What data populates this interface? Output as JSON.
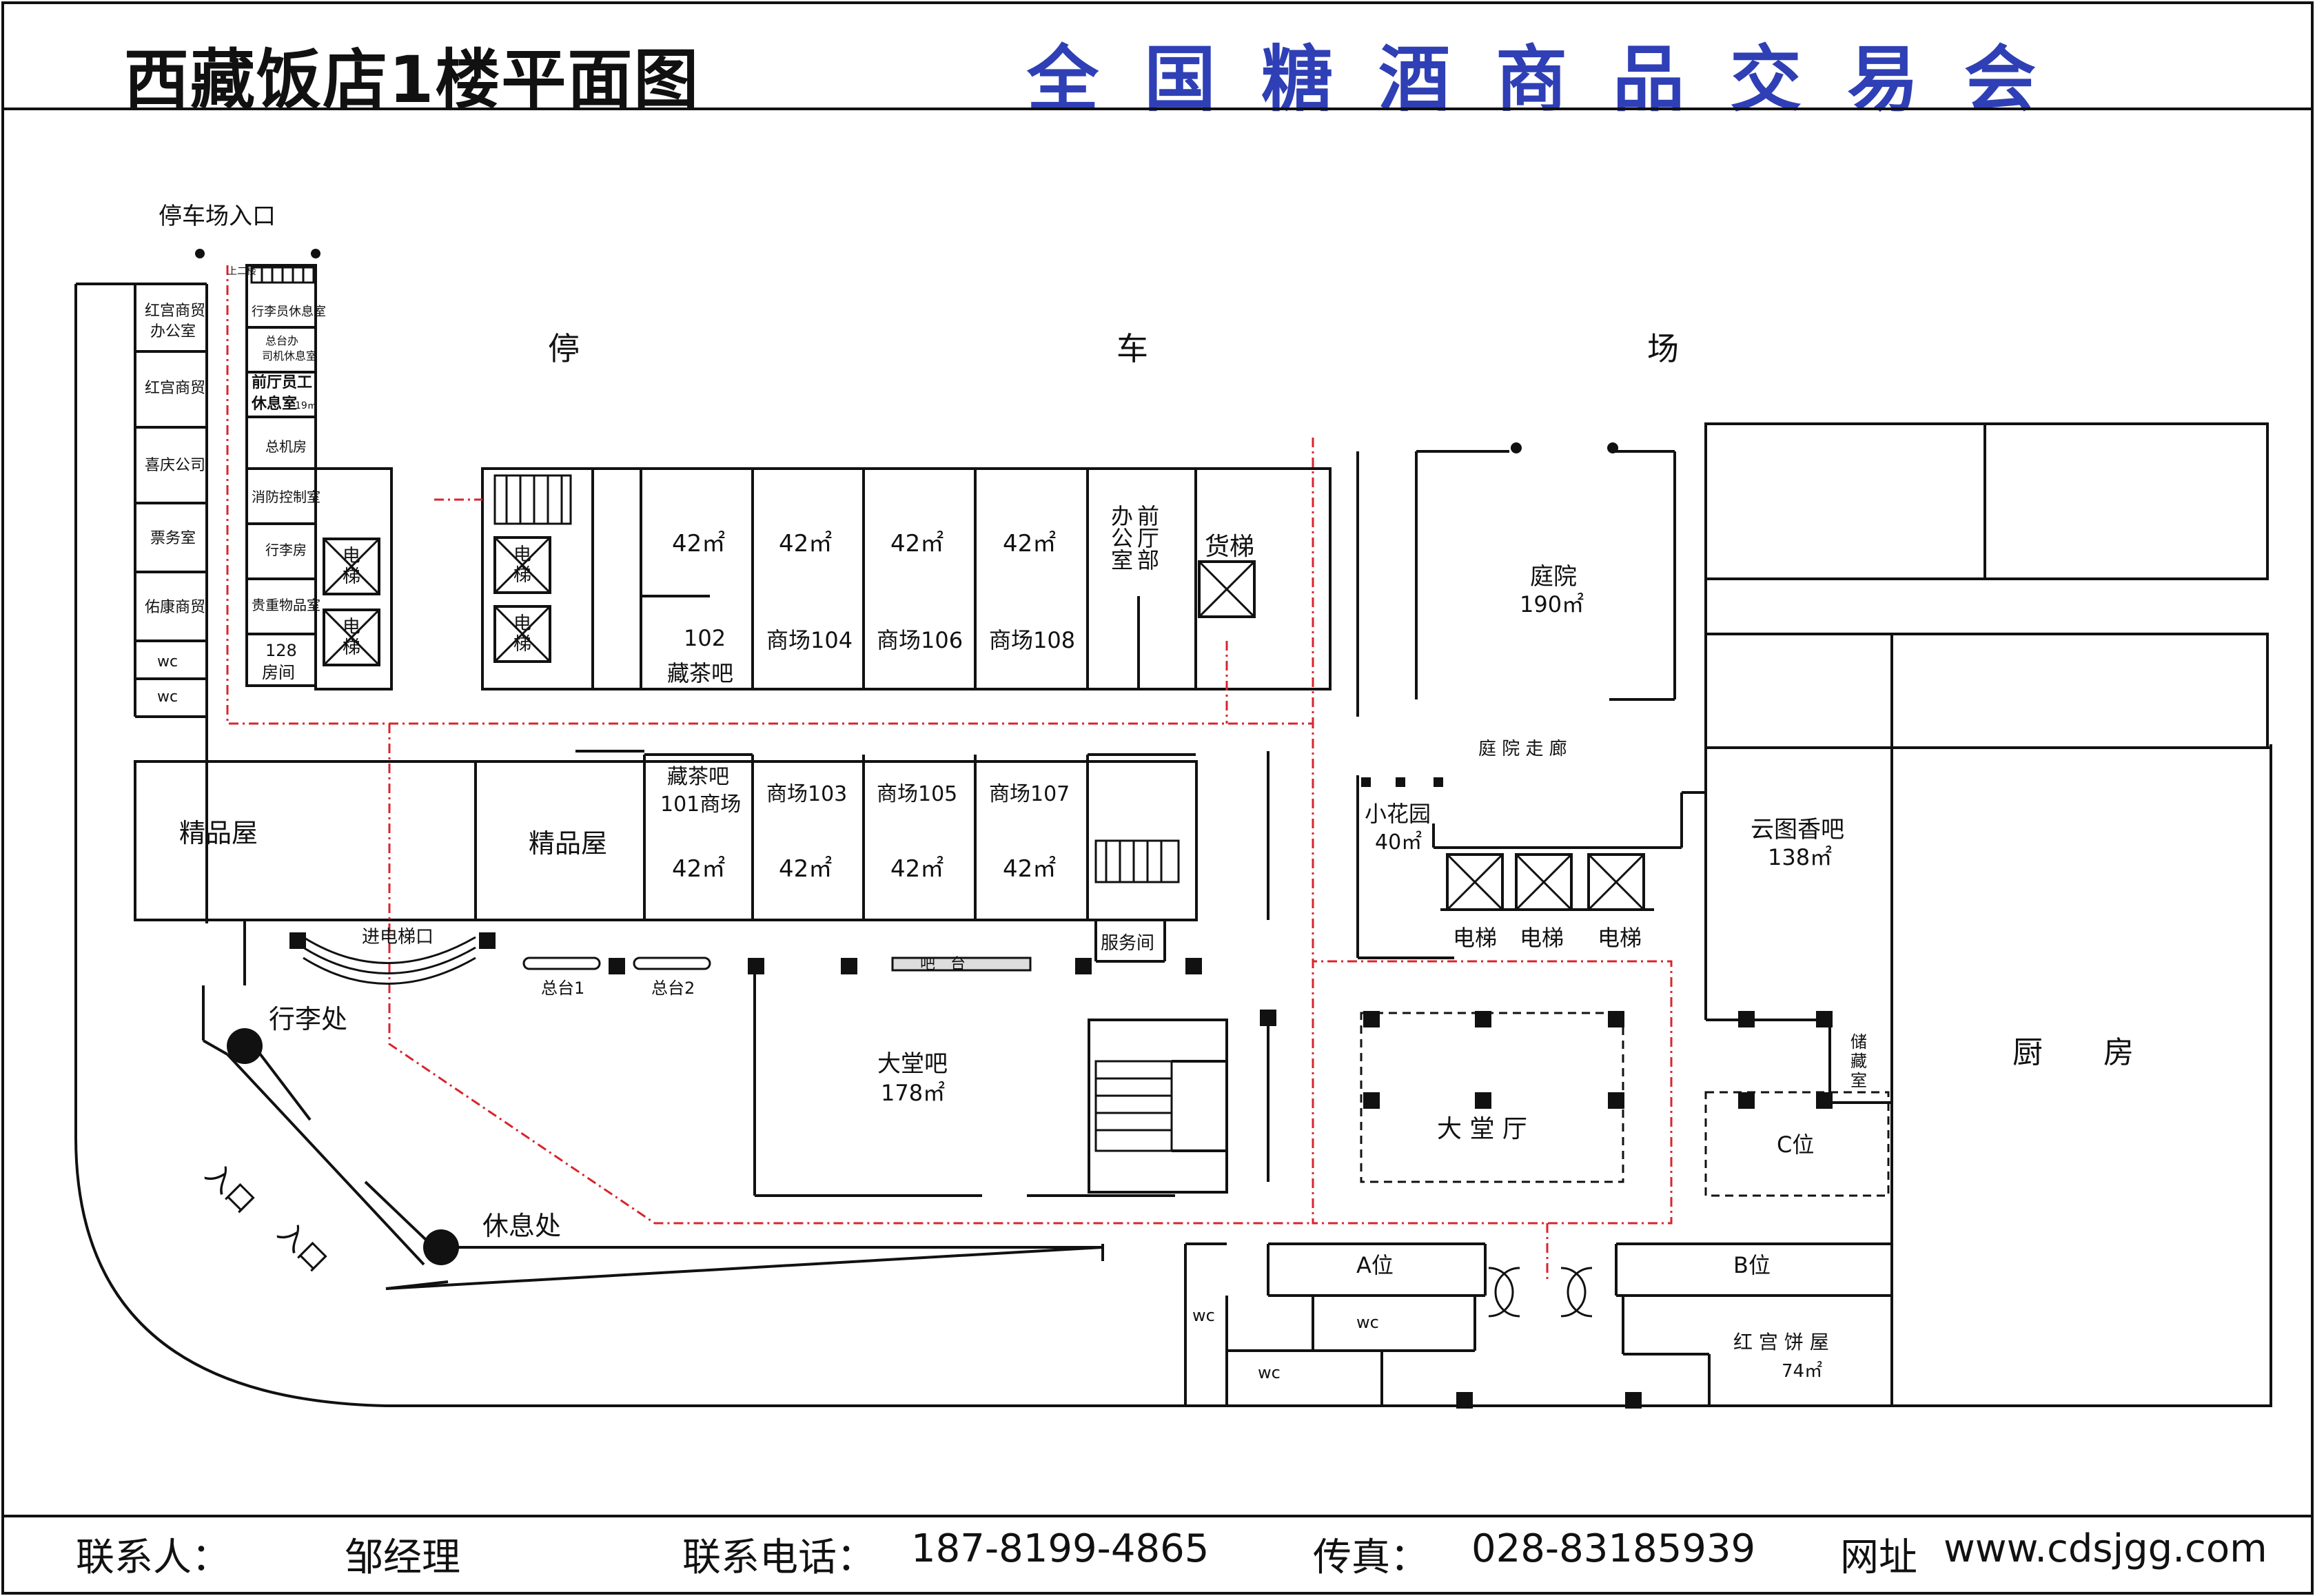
{
  "header": {
    "title": "西藏饭店1楼平面图",
    "event_name": "全国糖酒商品交易会"
  },
  "colors": {
    "event_name": "#2f3fb5",
    "route_line": "#d8242c",
    "walls": "#111111"
  },
  "map": {
    "parking_entrance": "停车场入口",
    "parking_lot": [
      "停",
      "车",
      "场"
    ],
    "left_offices": [
      "红宫商贸",
      "办公室",
      "红宫商贸",
      "喜庆公司",
      "票务室",
      "佑康商贸",
      "wc",
      "wc"
    ],
    "staff_column": [
      "行李员休息室",
      "总台办",
      "司机休息室",
      "前厅员工",
      "休息室",
      "19㎡",
      "总机房",
      "消防控制室",
      "行李房",
      "贵重物品室",
      "128",
      "房间"
    ],
    "upstairs_mark": "上二楼",
    "elevator": [
      "电",
      "梯"
    ],
    "top_rooms": {
      "areas": [
        "42㎡",
        "42㎡",
        "42㎡",
        "42㎡"
      ],
      "names": [
        "102",
        "藏茶吧",
        "商场104",
        "商场106",
        "商场108"
      ],
      "front_office": [
        "前",
        "厅",
        "办",
        "公",
        "室",
        "部"
      ],
      "freight_elevator": "货梯"
    },
    "bottom_rooms": {
      "names": [
        "藏茶吧",
        "101商场",
        "商场103",
        "商场105",
        "商场107"
      ],
      "areas": [
        "42㎡",
        "42㎡",
        "42㎡",
        "42㎡"
      ]
    },
    "boutique": "精品屋",
    "elevator_entrance": "进电梯口",
    "front_desk_1": "总台1",
    "front_desk_2": "总台2",
    "service_room": "服务间",
    "bar_counter": "吧　台",
    "lobby_bar": {
      "name": "大堂吧",
      "area": "178㎡"
    },
    "luggage_point": "行李处",
    "rest_point": "休息处",
    "entrance": "入口",
    "courtyard": {
      "name": "庭院",
      "area": "190㎡"
    },
    "courtyard_corridor": "庭 院 走 廊",
    "small_garden": {
      "name": "小花园",
      "area": "40㎡"
    },
    "elevator_label": "电梯",
    "yuntu_bar": {
      "name": "云图香吧",
      "area": "138㎡"
    },
    "lobby": "大 堂 厅",
    "storage": [
      "储",
      "藏",
      "室"
    ],
    "kitchen": "厨　　房",
    "booths": {
      "a": "A位",
      "b": "B位",
      "c": "C位"
    },
    "wc": "wc",
    "cake_shop": {
      "name": "红 宫 饼 屋",
      "area": "74㎡"
    }
  },
  "footer": {
    "contact_label": "联系人：",
    "contact_name": "邹经理",
    "phone_label": "联系电话：",
    "phone": "187-8199-4865",
    "fax_label": "传真：",
    "fax": "028-83185939",
    "web_label": "网址",
    "web": "www.cdsjgg.com"
  }
}
